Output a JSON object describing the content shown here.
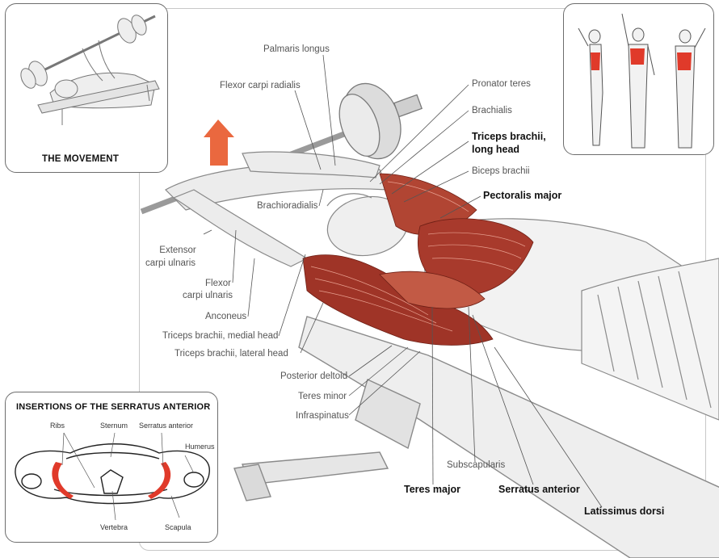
{
  "movement_inset": {
    "caption": "THE MOVEMENT"
  },
  "serratus_inset": {
    "title": "INSERTIONS OF THE SERRATUS ANTERIOR",
    "labels": {
      "ribs": "Ribs",
      "sternum": "Sternum",
      "serratus": "Serratus anterior",
      "humerus": "Humerus",
      "vertebra": "Vertebra",
      "scapula": "Scapula"
    }
  },
  "labels": {
    "palmaris_longus": "Palmaris longus",
    "flexor_carpi_radialis": "Flexor carpi radialis",
    "pronator_teres": "Pronator teres",
    "brachialis": "Brachialis",
    "triceps_long_1": "Triceps brachii,",
    "triceps_long_2": "long head",
    "biceps_brachii": "Biceps brachii",
    "pectoralis_major": "Pectoralis major",
    "brachioradialis": "Brachioradialis",
    "extensor_1": "Extensor",
    "extensor_2": "carpi ulnaris",
    "flexor_ulnaris_1": "Flexor",
    "flexor_ulnaris_2": "carpi ulnaris",
    "anconeus": "Anconeus",
    "triceps_medial": "Triceps brachii, medial head",
    "triceps_lateral": "Triceps brachii, lateral head",
    "posterior_deltoid": "Posterior deltoid",
    "teres_minor": "Teres minor",
    "infraspinatus": "Infraspinatus",
    "subscapularis": "Subscapularis",
    "teres_major": "Teres major",
    "serratus_anterior": "Serratus anterior",
    "latissimus_dorsi": "Latissimus dorsi"
  },
  "colors": {
    "muscle": "#a83a2c",
    "muscle_light": "#d9735f",
    "highlight": "#e03a2a",
    "arrow": "#e8582a",
    "line": "#555555"
  },
  "icons": [
    "upward-arrow-icon",
    "barbell-illustration",
    "anatomy-figures"
  ]
}
